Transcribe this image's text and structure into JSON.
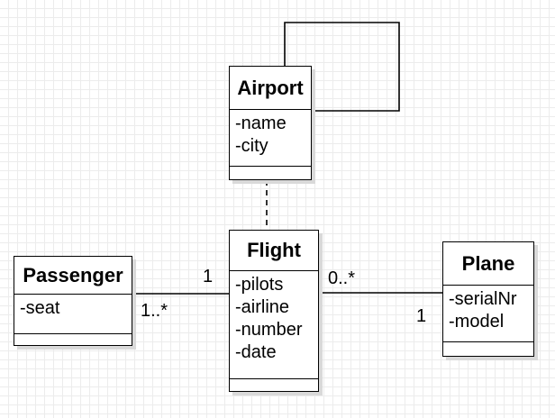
{
  "diagram": {
    "classes": {
      "airport": {
        "name": "Airport",
        "attributes": [
          "-name",
          "-city"
        ]
      },
      "flight": {
        "name": "Flight",
        "attributes": [
          "-pilots",
          "-airline",
          "-number",
          "-date"
        ]
      },
      "passenger": {
        "name": "Passenger",
        "attributes": [
          "-seat"
        ]
      },
      "plane": {
        "name": "Plane",
        "attributes": [
          "-serialNr",
          "-model"
        ]
      }
    },
    "associations": {
      "passenger_flight": {
        "flight_end": "1",
        "passenger_end": "1..*"
      },
      "flight_plane": {
        "flight_end": "0..*",
        "plane_end": "1"
      }
    },
    "colors": {
      "line": "#000000",
      "box_fill": "#ffffff",
      "shadow": "#d9d9d9",
      "grid": "#ececec"
    }
  }
}
